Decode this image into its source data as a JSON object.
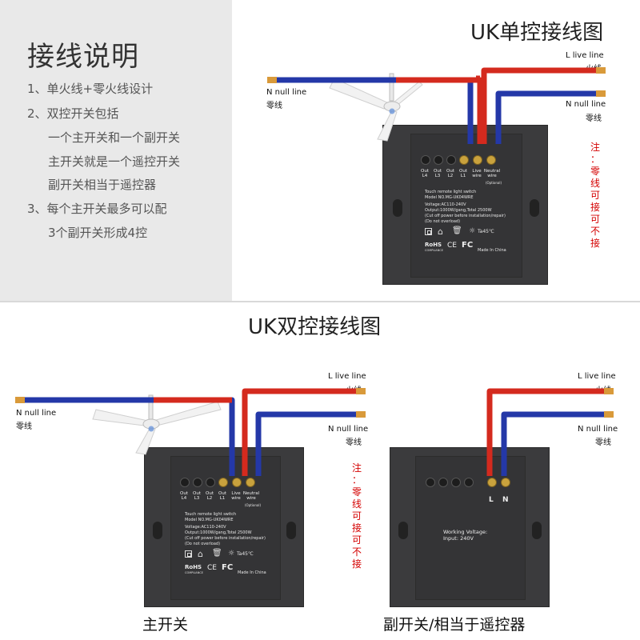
{
  "instructions": {
    "title": "接线说明",
    "lines": [
      "1、单火线+零火线设计",
      "2、双控开关包括",
      "一个主开关和一个副开关",
      "主开关就是一个遥控开关",
      "副开关相当于遥控器",
      "3、每个主开关最多可以配",
      "3个副开关形成4控"
    ]
  },
  "diagrams": {
    "single_title": "UK单控接线图",
    "double_title": "UK双控接线图",
    "live_en": "L live line",
    "live_cn": "火线",
    "null_en": "N null line",
    "null_cn": "零线",
    "note": [
      "注",
      "：",
      "零",
      "线",
      "可",
      "接",
      "可",
      "不",
      "接"
    ],
    "main_switch_label": "主开关",
    "sub_switch_label": "副开关/相当于遥控器"
  },
  "panel_main": {
    "terminals": [
      "Out\nL4",
      "Out\nL3",
      "Out\nL2",
      "Out\nL1",
      "Live\nwire",
      "Neutral\nwire"
    ],
    "optional": "(Optional)",
    "product": "Touch remote light switch",
    "model": "Model NO.MG-UK04WRE",
    "voltage": "Voltage:AC110-240V",
    "output": "Output:1000W/gang,Total 2500W",
    "caution1": "(Cut off power before installation/repair)",
    "caution2": "(Do not overload)",
    "temp": "Ta45℃",
    "rohs": "RoHS",
    "compliance": "COMPLIANCE",
    "made_in": "Made In China",
    "ce": "CE",
    "fc": "FC"
  },
  "panel_sub": {
    "L": "L",
    "N": "N",
    "voltage_title": "Working Voltage:",
    "voltage_value": "Input: 240V"
  },
  "colors": {
    "live": "#d42a1e",
    "neutral": "#2438a8",
    "panel": "#3c3c3e",
    "copper": "#d99a3a"
  }
}
